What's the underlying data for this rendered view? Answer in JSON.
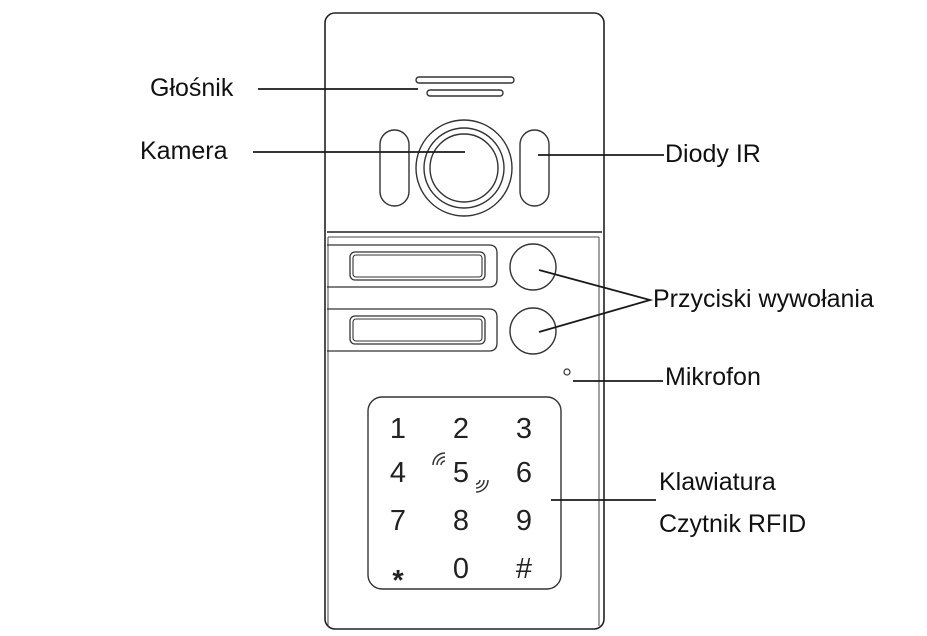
{
  "labels": {
    "speaker": "Głośnik",
    "camera": "Kamera",
    "ir_leds": "Diody IR",
    "call_buttons": "Przyciski wywołania",
    "microphone": "Mikrofon",
    "keypad": "Klawiatura",
    "rfid": "Czytnik RFID"
  },
  "keypad": {
    "keys": [
      "1",
      "2",
      "3",
      "4",
      "5",
      "6",
      "7",
      "8",
      "9",
      "*",
      "0",
      "#"
    ]
  },
  "colors": {
    "line": "#1a1a1a",
    "background": "#ffffff"
  }
}
